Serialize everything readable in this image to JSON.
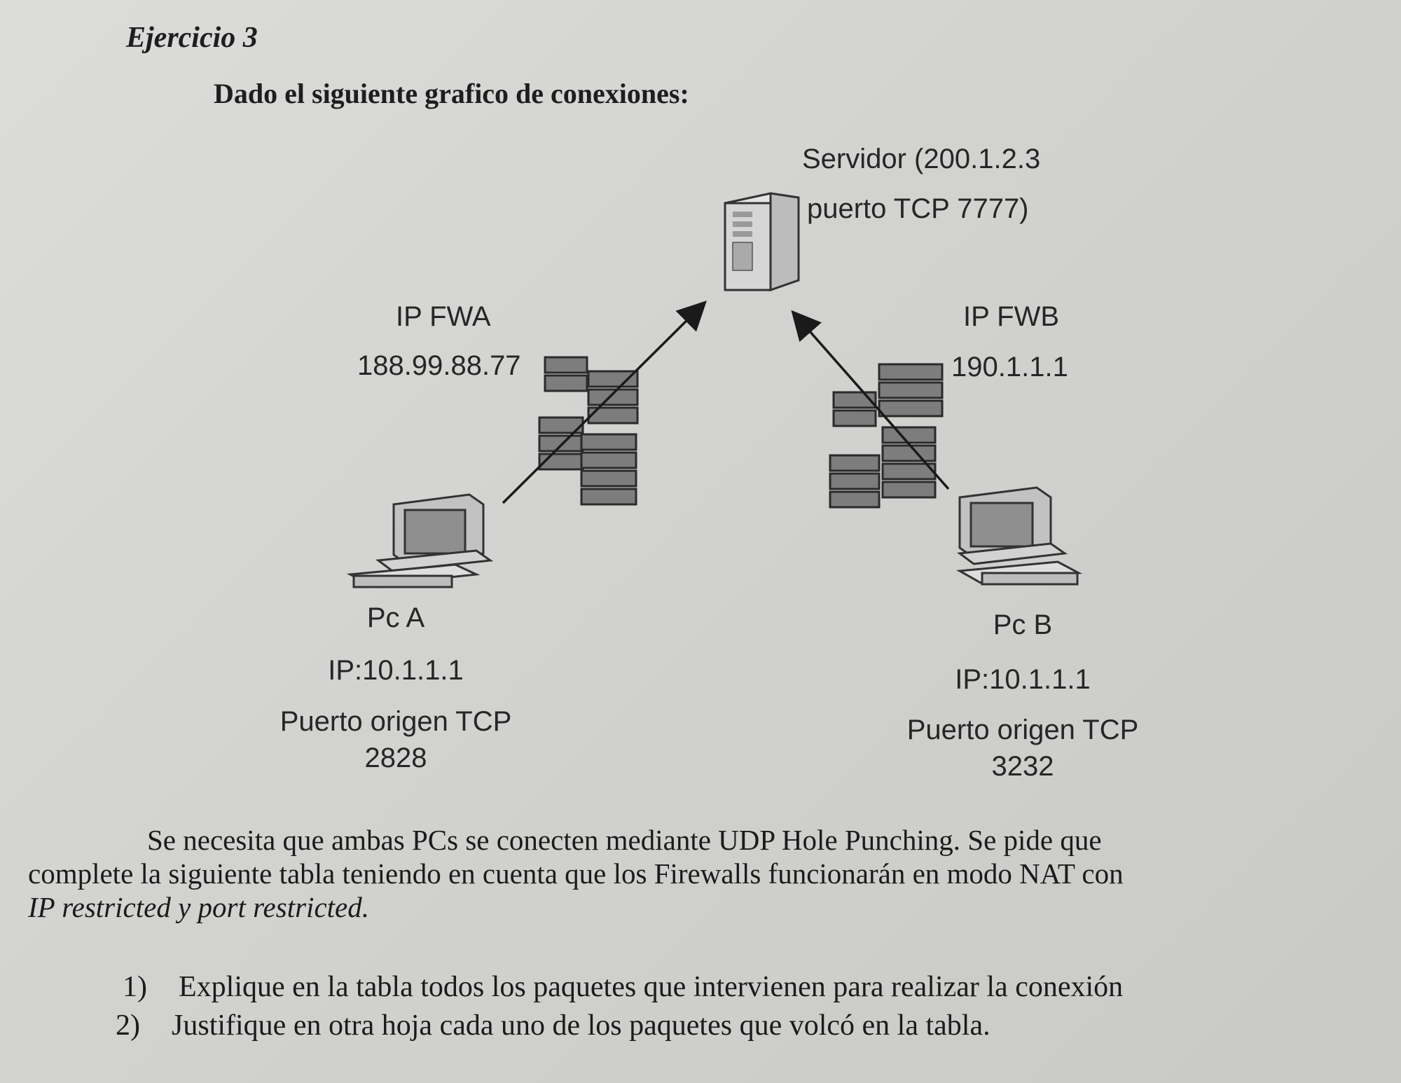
{
  "header": {
    "title": "Ejercicio 3",
    "intro": "Dado el siguiente grafico de conexiones:"
  },
  "diagram": {
    "server": {
      "line1": "Servidor (200.1.2.3",
      "line2": "puerto TCP 7777)"
    },
    "fwa": {
      "name": "IP FWA",
      "ip": "188.99.88.77"
    },
    "fwb": {
      "name": "IP FWB",
      "ip": "190.1.1.1"
    },
    "pca": {
      "name": "Pc A",
      "ip": "IP:10.1.1.1",
      "port_label": "Puerto origen TCP",
      "port": "2828"
    },
    "pcb": {
      "name": "Pc B",
      "ip": "IP:10.1.1.1",
      "port_label": "Puerto origen TCP",
      "port": "3232"
    }
  },
  "paragraph": {
    "line1": "Se necesita que ambas PCs se conecten mediante UDP Hole Punching. Se pide que",
    "line2": "complete la siguiente tabla teniendo en cuenta que los Firewalls funcionarán en modo NAT con",
    "line3": "IP restricted y port restricted."
  },
  "questions": [
    {
      "num": "1)",
      "text": "Explique en la tabla todos los paquetes que intervienen para realizar la conexión"
    },
    {
      "num": "2)",
      "text": "Justifique en otra hoja cada uno de los paquetes que volcó en la tabla."
    }
  ]
}
